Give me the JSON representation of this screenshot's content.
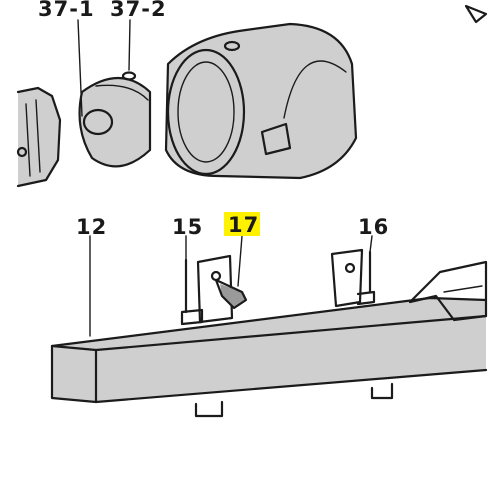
{
  "callouts": {
    "p37_1": "37-1",
    "p37_2": "37-2",
    "p12": "12",
    "p15": "15",
    "p17": "17",
    "p16": "16"
  },
  "highlight_color": "#fff200"
}
